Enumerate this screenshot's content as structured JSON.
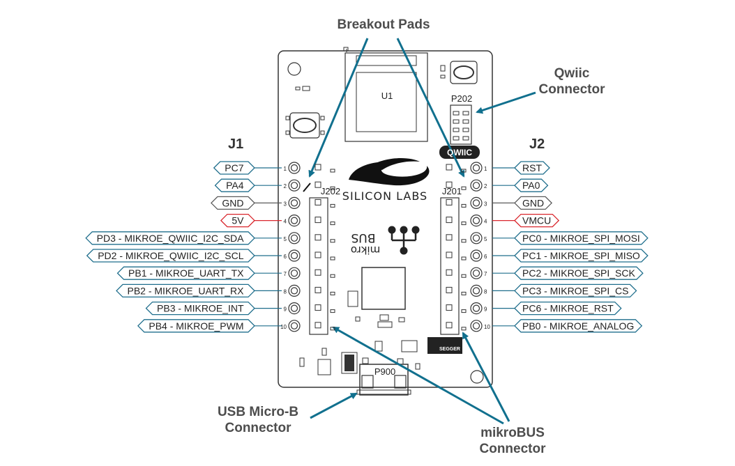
{
  "callouts": {
    "breakout_pads": "Breakout Pads",
    "qwiic_line1": "Qwiic",
    "qwiic_line2": "Connector",
    "usb_line1": "USB Micro-B",
    "usb_line2": "Connector",
    "mikrobus_line1": "mikroBUS",
    "mikrobus_line2": "Connector"
  },
  "headers": {
    "left": "J1",
    "right": "J2"
  },
  "board": {
    "u1": "U1",
    "p202": "P202",
    "j202": "J202",
    "j201": "J201",
    "p900": "P900",
    "logo_text": "SILICON LABS",
    "mikro_text_1": "BUS",
    "mikro_text_2": "mikro",
    "qwiic_badge": "QWIIC",
    "segger_text": "SEGGER"
  },
  "pin_numbers": [
    "1",
    "2",
    "3",
    "4",
    "5",
    "6",
    "7",
    "8",
    "9",
    "10"
  ],
  "j1_labels": [
    {
      "text": "PC7",
      "type": "gpio"
    },
    {
      "text": "PA4",
      "type": "gpio"
    },
    {
      "text": "GND",
      "type": "gnd"
    },
    {
      "text": "5V",
      "type": "power"
    },
    {
      "text": "PD3 - MIKROE_QWIIC_I2C_SDA",
      "type": "gpio"
    },
    {
      "text": "PD2 - MIKROE_QWIIC_I2C_SCL",
      "type": "gpio"
    },
    {
      "text": "PB1 - MIKROE_UART_TX",
      "type": "gpio"
    },
    {
      "text": "PB2 - MIKROE_UART_RX",
      "type": "gpio"
    },
    {
      "text": "PB3 - MIKROE_INT",
      "type": "gpio"
    },
    {
      "text": "PB4 - MIKROE_PWM",
      "type": "gpio"
    }
  ],
  "j2_labels": [
    {
      "text": "RST",
      "type": "gpio"
    },
    {
      "text": "PA0",
      "type": "gpio"
    },
    {
      "text": "GND",
      "type": "gnd"
    },
    {
      "text": "VMCU",
      "type": "power"
    },
    {
      "text": "PC0 - MIKROE_SPI_MOSI",
      "type": "gpio"
    },
    {
      "text": "PC1 - MIKROE_SPI_MISO",
      "type": "gpio"
    },
    {
      "text": "PC2 - MIKROE_SPI_SCK",
      "type": "gpio"
    },
    {
      "text": "PC3 - MIKROE_SPI_CS",
      "type": "gpio"
    },
    {
      "text": "PC6 - MIKROE_RST",
      "type": "gpio"
    },
    {
      "text": "PB0 - MIKROE_ANALOG",
      "type": "gpio"
    }
  ],
  "colors": {
    "gpio": "#1f6e8c",
    "gnd": "#5a5a5a",
    "power": "#d9262c",
    "arrow": "#11708e",
    "board_outline": "#333333",
    "label_text": "#222222"
  }
}
